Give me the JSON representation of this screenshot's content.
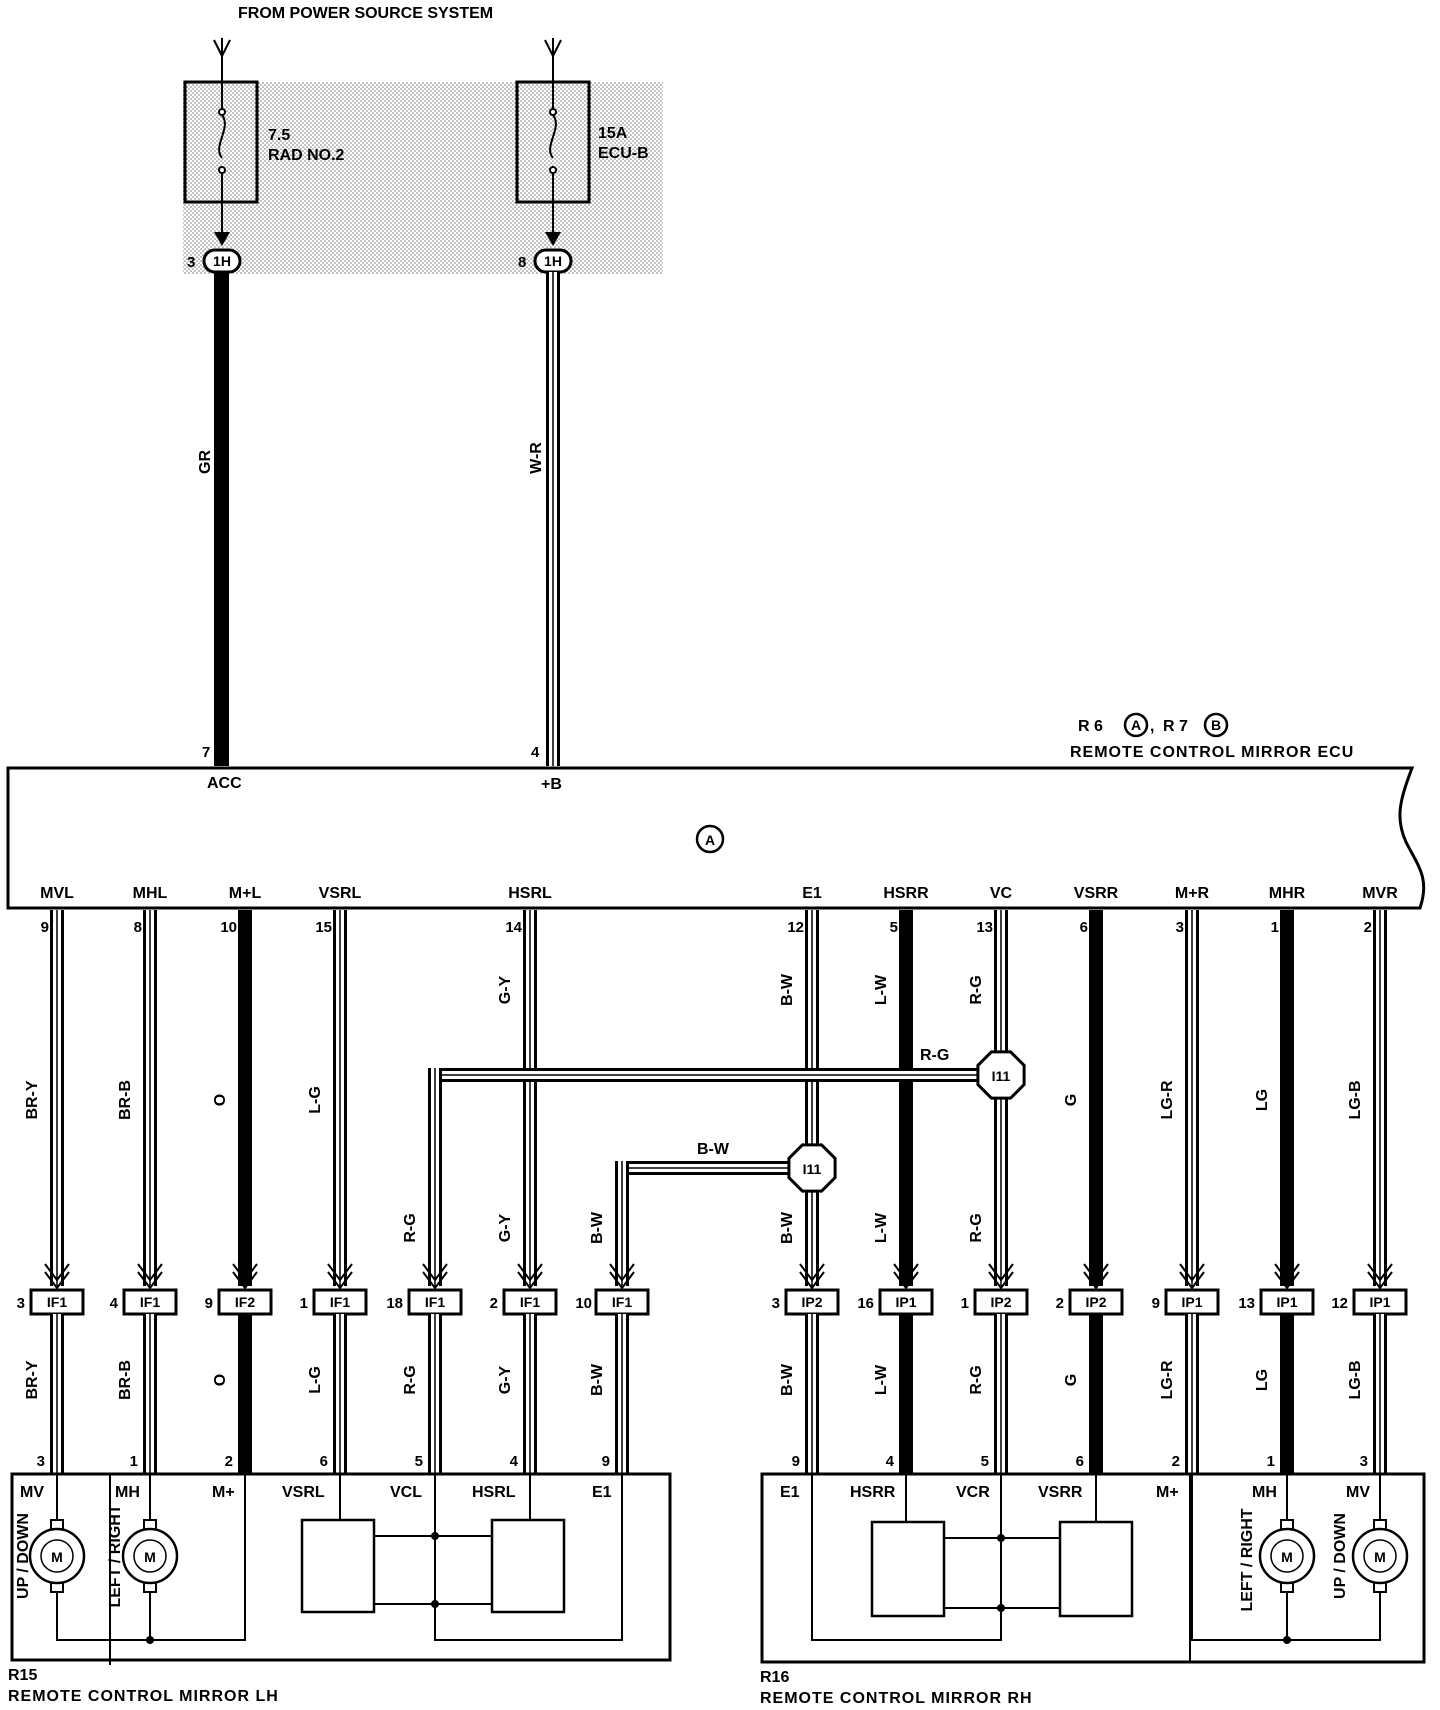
{
  "header": {
    "title": "FROM POWER SOURCE SYSTEM"
  },
  "fuses": [
    {
      "rating": "7.5",
      "name": "RAD NO.2",
      "pin": "3",
      "connector": "1H",
      "wire": "GR",
      "ecu_pin": "7",
      "ecu_terminal": "ACC"
    },
    {
      "rating": "15A",
      "name": "ECU-B",
      "pin": "8",
      "connector": "1H",
      "wire": "W-R",
      "ecu_pin": "4",
      "ecu_terminal": "+B"
    }
  ],
  "ecu": {
    "ref_a": "R 6",
    "ref_b": "R 7",
    "mark_a": "A",
    "mark_b": "B",
    "title": "REMOTE CONTROL MIRROR ECU",
    "center_mark": "A"
  },
  "ecu_terminals": [
    {
      "name": "MVL",
      "pin": "9",
      "wire": "BR-Y",
      "conn": "IF1",
      "conn_pin": "3",
      "dev_pin": "3"
    },
    {
      "name": "MHL",
      "pin": "8",
      "wire": "BR-B",
      "conn": "IF1",
      "conn_pin": "4",
      "dev_pin": "1"
    },
    {
      "name": "M+L",
      "pin": "10",
      "wire": "O",
      "conn": "IF2",
      "conn_pin": "9",
      "dev_pin": "2"
    },
    {
      "name": "VSRL",
      "pin": "15",
      "wire": "L-G",
      "conn": "IF1",
      "conn_pin": "1",
      "dev_pin": "6"
    },
    {
      "name": "HSRL",
      "pin": "14",
      "wire": "G-Y",
      "conn": "IF1",
      "conn_pin": "2",
      "dev_pin": "4"
    },
    {
      "name": "E1",
      "pin": "12",
      "wire": "B-W",
      "conn": "IP2",
      "conn_pin": "3",
      "dev_pin": "9"
    },
    {
      "name": "HSRR",
      "pin": "5",
      "wire": "L-W",
      "conn": "IP1",
      "conn_pin": "16",
      "dev_pin": "4"
    },
    {
      "name": "VC",
      "pin": "13",
      "wire": "R-G",
      "conn": "IP2",
      "conn_pin": "1",
      "dev_pin": "5"
    },
    {
      "name": "VSRR",
      "pin": "6",
      "wire": "G",
      "conn": "IP2",
      "conn_pin": "2",
      "dev_pin": "6"
    },
    {
      "name": "M+R",
      "pin": "3",
      "wire": "LG-R",
      "conn": "IP1",
      "conn_pin": "9",
      "dev_pin": "2"
    },
    {
      "name": "MHR",
      "pin": "1",
      "wire": "LG",
      "conn": "IP1",
      "conn_pin": "13",
      "dev_pin": "1"
    },
    {
      "name": "MVR",
      "pin": "2",
      "wire": "LG-B",
      "conn": "IP1",
      "conn_pin": "12",
      "dev_pin": "3"
    }
  ],
  "branches": {
    "rg": {
      "wire": "R-G",
      "junction": "I11",
      "conn": "IF1",
      "conn_pin": "18",
      "dev_pin": "5"
    },
    "bw": {
      "wire": "B-W",
      "junction": "I11",
      "conn": "IF1",
      "conn_pin": "10",
      "dev_pin": "9"
    }
  },
  "mirror_lh": {
    "ref": "R15",
    "title": "REMOTE CONTROL MIRROR LH",
    "terminals": [
      "MV",
      "MH",
      "M+",
      "VSRL",
      "VCL",
      "HSRL",
      "E1"
    ],
    "motor_labels": [
      "UP / DOWN",
      "LEFT / RIGHT"
    ],
    "motor_symbol": "M"
  },
  "mirror_rh": {
    "ref": "R16",
    "title": "REMOTE CONTROL MIRROR RH",
    "terminals": [
      "E1",
      "HSRR",
      "VCR",
      "VSRR",
      "M+",
      "MH",
      "MV"
    ],
    "motor_labels": [
      "LEFT / RIGHT",
      "UP / DOWN"
    ],
    "motor_symbol": "M"
  }
}
